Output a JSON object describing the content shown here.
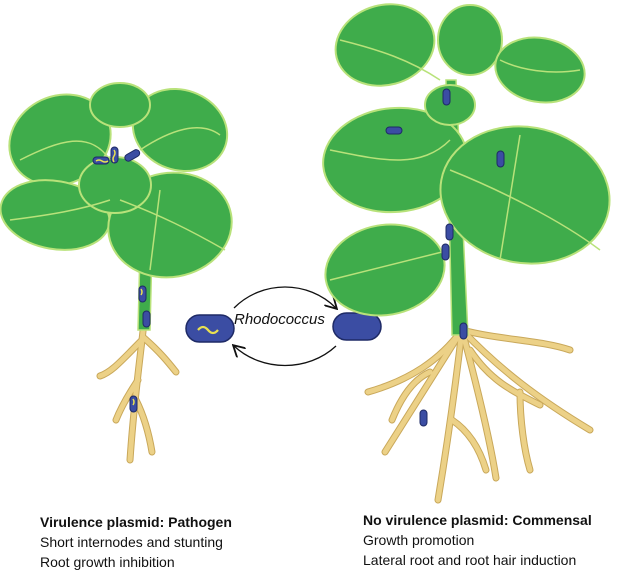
{
  "center_label": "Rhodococcus",
  "left": {
    "title": "Virulence plasmid: Pathogen",
    "lines": [
      "Short internodes and stunting",
      "Root growth inhibition"
    ]
  },
  "right": {
    "title": "No virulence plasmid: Commensal",
    "lines": [
      "Growth promotion",
      "Lateral root and root hair induction"
    ]
  },
  "colors": {
    "leaf": "#3fac4b",
    "leaf_dark": "#2f9a3c",
    "vein": "#b8e27a",
    "root": "#ecd187",
    "root_stroke": "#c9a85a",
    "bacterium": "#3b4da3",
    "bacterium_stroke": "#1e2a66",
    "plasmid": "#e8e052"
  }
}
